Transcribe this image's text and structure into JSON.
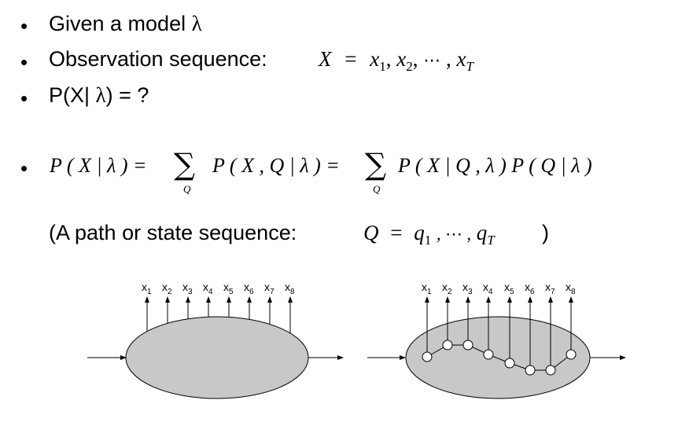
{
  "bullets": {
    "symbol": "•",
    "b1": {
      "text": "Given a model ",
      "lambda": "λ"
    },
    "b2": {
      "text": "Observation sequence:",
      "math": {
        "X": "X",
        "eq": "=",
        "x": "x",
        "sub1": "1",
        "sub2": "2",
        "dots": "⋯",
        "subT": "T",
        "comma": ","
      }
    },
    "b3": {
      "text": "P(X| ",
      "lambda": "λ",
      "text2": ") = ?"
    },
    "b4": {
      "lhs": "P ( X  | λ ) =",
      "sum_symbol": "∑",
      "sum_sub": "Q",
      "middle": "P ( X , Q | λ ) =",
      "rhs": "P ( X  | Q , λ ) P ( Q | λ )"
    }
  },
  "path_note": {
    "open": "(A path or state sequence:",
    "Q": "Q",
    "eq": "=",
    "q": "q",
    "sub1": "1",
    "dots": ", ⋯ ,",
    "subT": "T",
    "close": ")"
  },
  "diagrams": {
    "labels": [
      {
        "x": "x",
        "sub": "1"
      },
      {
        "x": "x",
        "sub": "2"
      },
      {
        "x": "x",
        "sub": "3"
      },
      {
        "x": "x",
        "sub": "4"
      },
      {
        "x": "x",
        "sub": "5"
      },
      {
        "x": "x",
        "sub": "6"
      },
      {
        "x": "x",
        "sub": "7"
      },
      {
        "x": "x",
        "sub": "8"
      }
    ],
    "colors": {
      "ellipse_fill": "#c8c8c8",
      "stroke": "#000000",
      "node_fill": "#ffffff"
    },
    "path_levels": [
      1,
      2,
      2,
      3,
      4,
      5,
      5,
      3
    ]
  }
}
